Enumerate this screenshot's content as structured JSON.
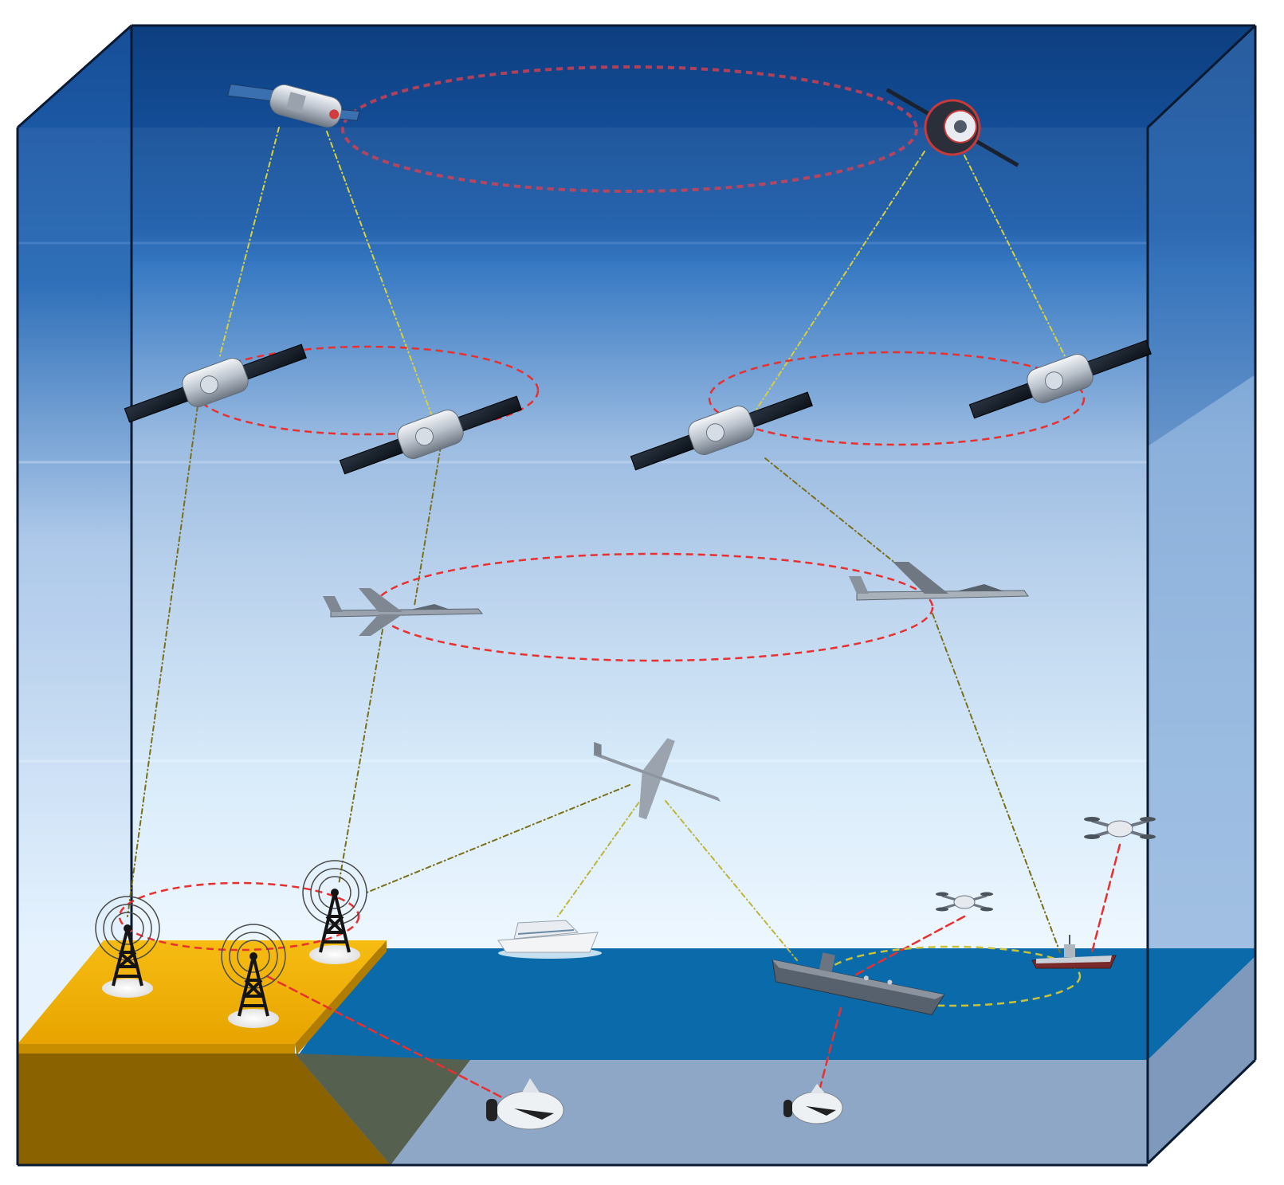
{
  "diagram": {
    "layers": [
      "space-high-orbit",
      "space-low-orbit",
      "air-high",
      "air-low",
      "ground-sea-surface",
      "underwater"
    ],
    "nodes": [
      {
        "name": "high-orbit-satellite-left",
        "type": "satellite"
      },
      {
        "name": "high-orbit-satellite-right",
        "type": "satellite"
      },
      {
        "name": "low-orbit-satellite-1",
        "type": "satellite"
      },
      {
        "name": "low-orbit-satellite-2",
        "type": "satellite"
      },
      {
        "name": "low-orbit-satellite-3",
        "type": "satellite"
      },
      {
        "name": "low-orbit-satellite-4",
        "type": "satellite"
      },
      {
        "name": "fighter-drone-left",
        "type": "aircraft"
      },
      {
        "name": "fighter-drone-right",
        "type": "aircraft"
      },
      {
        "name": "recon-uav",
        "type": "aircraft"
      },
      {
        "name": "quadcopter-right",
        "type": "drone"
      },
      {
        "name": "quadcopter-center",
        "type": "drone"
      },
      {
        "name": "ground-tower-1",
        "type": "base-station"
      },
      {
        "name": "ground-tower-2",
        "type": "base-station"
      },
      {
        "name": "ground-tower-3",
        "type": "base-station"
      },
      {
        "name": "cruise-ship",
        "type": "vessel"
      },
      {
        "name": "aircraft-carrier",
        "type": "vessel"
      },
      {
        "name": "warship",
        "type": "vessel"
      },
      {
        "name": "auv-left",
        "type": "underwater-vehicle"
      },
      {
        "name": "auv-right",
        "type": "underwater-vehicle"
      }
    ],
    "colors": {
      "space_top": "#0f4a92",
      "space_band": "#1a5fae",
      "sky_mid": "#8fb6e2",
      "sky_low": "#dcefff",
      "sea_surface": "#0a6aaa",
      "underwater": "#8ea6c6",
      "land_top": "#f2b000",
      "land_side": "#8a6200",
      "cliff": "#57604f",
      "cluster_link": "#e83030",
      "intra_link": "#d9cf3a",
      "sea_cluster": "#c9c23a"
    }
  }
}
